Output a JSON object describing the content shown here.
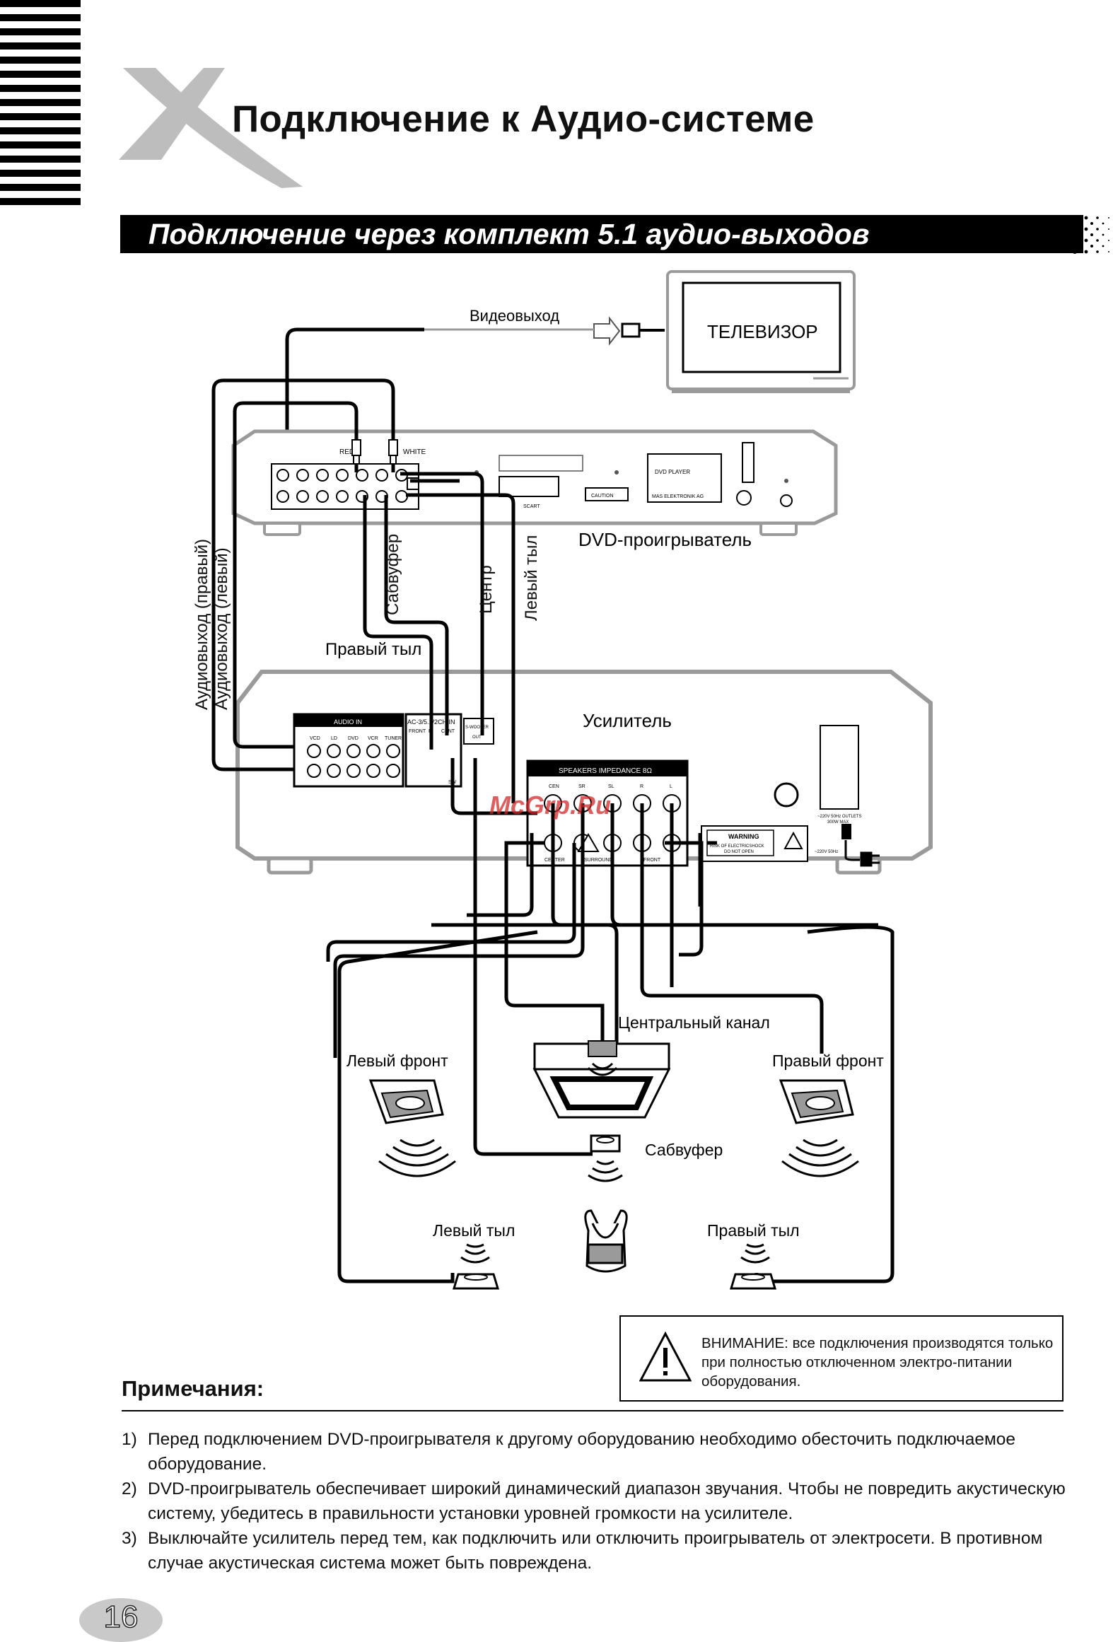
{
  "page": {
    "title": "Подключение к Аудио-системе",
    "section_title": "Подключение через комплект 5.1 аудио-выходов",
    "page_number": "16",
    "watermark": "McGrp.Ru"
  },
  "diagram": {
    "tv_label": "ТЕЛЕВИЗОР",
    "video_out": "Видеовыход",
    "dvd_label": "DVD-проигрыватель",
    "amp_label": "Усилитель",
    "audio_right": "Аудиовыход (правый)",
    "audio_left": "Аудиовыход (левый)",
    "subwoofer_cable": "Сабвуфер",
    "center_cable": "Центр",
    "left_rear_cable": "Левый тыл",
    "right_rear_cable": "Правый тыл",
    "center_channel": "Центральный канал",
    "left_front": "Левый фронт",
    "right_front": "Правый фронт",
    "subwoofer": "Сабвуфер",
    "left_rear": "Левый тыл",
    "right_rear": "Правый тыл",
    "dvd_panel": {
      "red": "RED",
      "white": "WHITE",
      "scart": "SCART",
      "player_line1": "DVD PLAYER",
      "brand": "MAS ELEKTRONIK AG",
      "caution": "CAUTION"
    },
    "amp_panel": {
      "audio_in": "AUDIO IN",
      "inputs": [
        "VCD",
        "LD",
        "DVD",
        "VCR",
        "TUNER"
      ],
      "ac3": "AC-3/5.1/2CH IN",
      "ac3_sub": [
        "FRONT",
        "R",
        "CENT"
      ],
      "swoofer": "S-WOOFER",
      "out": "OUT",
      "sw": "SW",
      "speakers": "SPEAKERS IMPEDANCE 8Ω",
      "spk_top": [
        "CEN",
        "SR",
        "SL",
        "R",
        "L"
      ],
      "spk_bottom": [
        "CENTER",
        "SURROUND",
        "FRONT"
      ],
      "warning_title": "WARNING",
      "warning_line1": "RISK OF ELECTRICSHOCK",
      "warning_line2": "DO NOT OPEN",
      "outlets_line1": "~220V 50Hz OUTLETS",
      "outlets_line2": "300W MAX",
      "mains": "~220V 50Hz"
    }
  },
  "warning": {
    "text": "ВНИМАНИЕ: все подключения производятся только при полностью отключенном электро-питании оборудования."
  },
  "notes": {
    "title": "Примечания:",
    "items": [
      {
        "num": "1)",
        "text": "Перед подключением DVD-проигрывателя к другому оборудованию необходимо обесточить подключаемое оборудование."
      },
      {
        "num": "2)",
        "text": "DVD-проигрыватель обеспечивает широкий динамический диапазон звучания. Чтобы не повредить акустическую систему, убедитесь в правильности установки уровней громкости на усилителе."
      },
      {
        "num": "3)",
        "text": "Выключайте усилитель перед тем, как подключить или отключить проигрыватель от электросети. В противном случае акустическая система может быть повреждена."
      }
    ]
  },
  "colors": {
    "ink": "#111111",
    "device_grey": "#9a9a9a",
    "light_grey": "#c9c9c9",
    "watermark": "#d22828"
  }
}
